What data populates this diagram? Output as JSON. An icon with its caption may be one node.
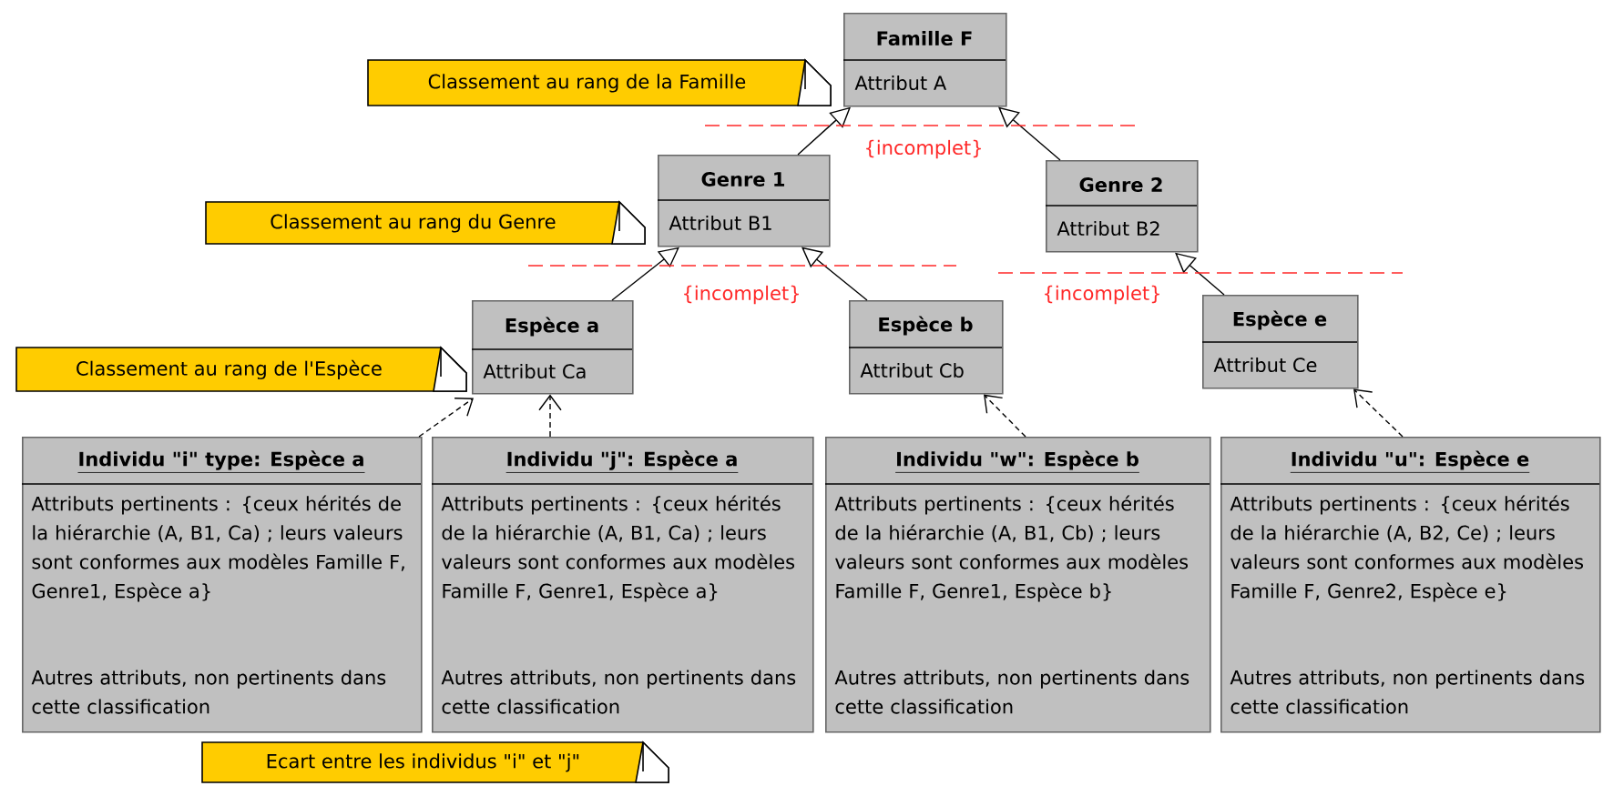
{
  "diagram": {
    "nodes": [
      {
        "text": [
          "Famille F",
          "Attribut A"
        ]
      },
      {
        "text": [
          "Genre 1",
          "Attribut B1"
        ]
      },
      {
        "text": [
          "Genre 2",
          "Attribut B2"
        ]
      },
      {
        "text": [
          "Espèce a",
          "Attribut Ca"
        ]
      },
      {
        "text": [
          "Espèce b",
          "Attribut Cb"
        ]
      },
      {
        "text": [
          "Espèce e",
          "Attribut Ce"
        ]
      },
      {
        "text": [
          "Individu \"i\" type: Espèce a",
          "Attributs pertinents : {ceux hérités de la hiérarchie (A, B1, Ca) ; leurs valeurs sont conformes aux modèles Famille F, Genre1, Espèce a}",
          "Autres attributs, non pertinents dans cette classification"
        ]
      },
      {
        "text": [
          "Individu \"j\": Espèce a",
          "Attributs pertinents : {ceux hérités de la hiérarchie (A, B1, Ca) ; leurs valeurs sont conformes aux modèles Famille F, Genre1, Espèce a}",
          "Autres attributs, non pertinents dans cette classification"
        ]
      },
      {
        "text": [
          "Individu \"w\": Espèce b",
          "Attributs pertinents : {ceux hérités de la hiérarchie (A, B1, Cb) ; leurs valeurs sont conformes aux modèles Famille F, Genre1, Espèce b}",
          "Autres attributs, non pertinents dans cette classification"
        ]
      },
      {
        "text": [
          "Individu \"u\": Espèce e",
          "Attributs pertinents : {ceux hérités de la hiérarchie (A, B2, Ce) ; leurs valeurs sont conformes aux modèles Famille F, Genre2, Espèce e}",
          "Autres attributs, non pertinents dans cette classification"
        ]
      },
      {
        "text": [
          "Classement au rang de la Famille"
        ]
      },
      {
        "text": [
          "Classement au rang du Genre"
        ]
      },
      {
        "text": [
          "Classement au rang de l'Espèce"
        ]
      },
      {
        "text": [
          "Ecart entre les individus \"i\" et \"j\""
        ]
      }
    ],
    "edges": [
      {
        "from": 1,
        "to": 0,
        "arrow": "to"
      },
      {
        "from": 2,
        "to": 0,
        "arrow": "to"
      },
      {
        "from": 3,
        "to": 1,
        "arrow": "to"
      },
      {
        "from": 4,
        "to": 1,
        "arrow": "to"
      },
      {
        "from": 5,
        "to": 2,
        "arrow": "to"
      },
      {
        "from": 6,
        "to": 3,
        "arrow": "to",
        "style": "dashed"
      },
      {
        "from": 7,
        "to": 3,
        "arrow": "to",
        "style": "dashed"
      },
      {
        "from": 8,
        "to": 4,
        "arrow": "to",
        "style": "dashed"
      },
      {
        "from": 9,
        "to": 5,
        "arrow": "to",
        "style": "dashed"
      }
    ],
    "labels": [
      "{incomplet}",
      "{incomplet}",
      "{incomplet}"
    ]
  }
}
